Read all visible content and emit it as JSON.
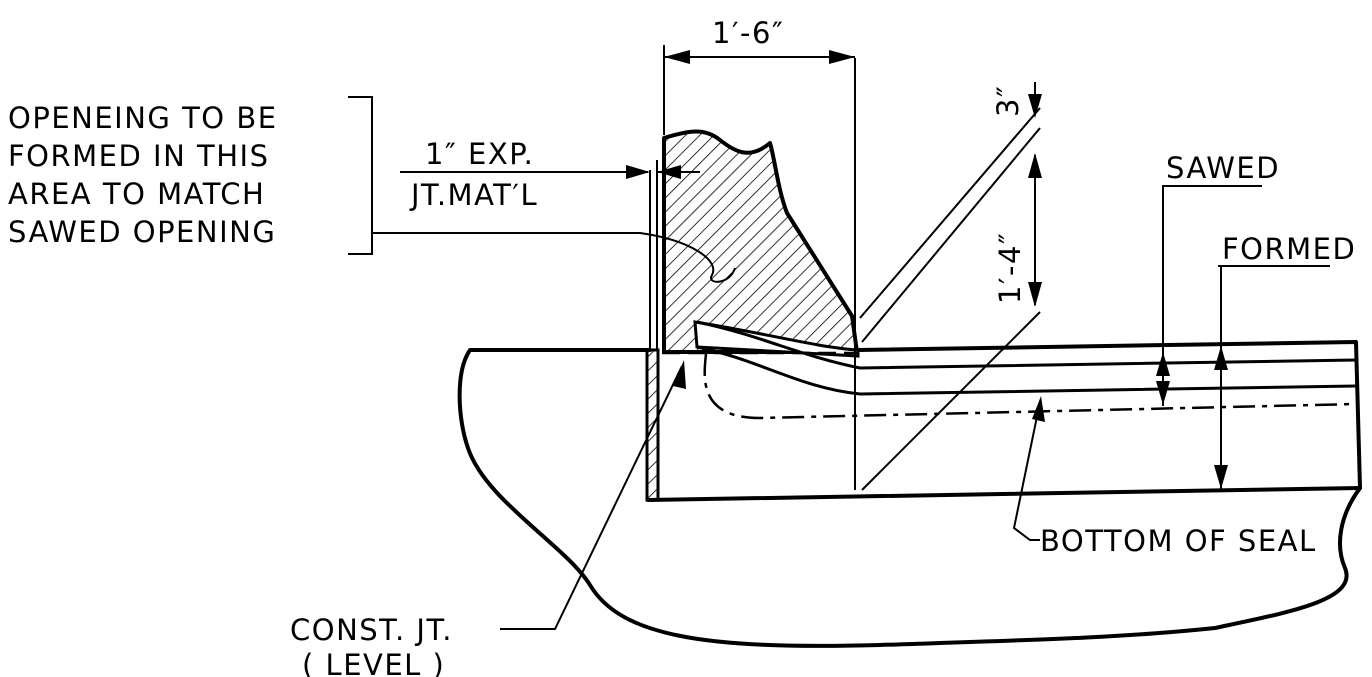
{
  "labels": {
    "dim_width": "1′-6″",
    "opening_line1": "OPENEING TO BE",
    "opening_line2": "FORMED IN THIS",
    "opening_line3": "AREA TO MATCH",
    "opening_line4": "SAWED OPENING",
    "exp_line1": "1″ EXP.",
    "exp_line2": "JT.MAT′L",
    "dim_3in": "3″",
    "dim_1_4": "1′-4″",
    "sawed": "SAWED",
    "formed": "FORMED",
    "bottom_of_seal": "BOTTOM OF SEAL",
    "const_jt": "CONST. JT.",
    "level": "( LEVEL )"
  }
}
